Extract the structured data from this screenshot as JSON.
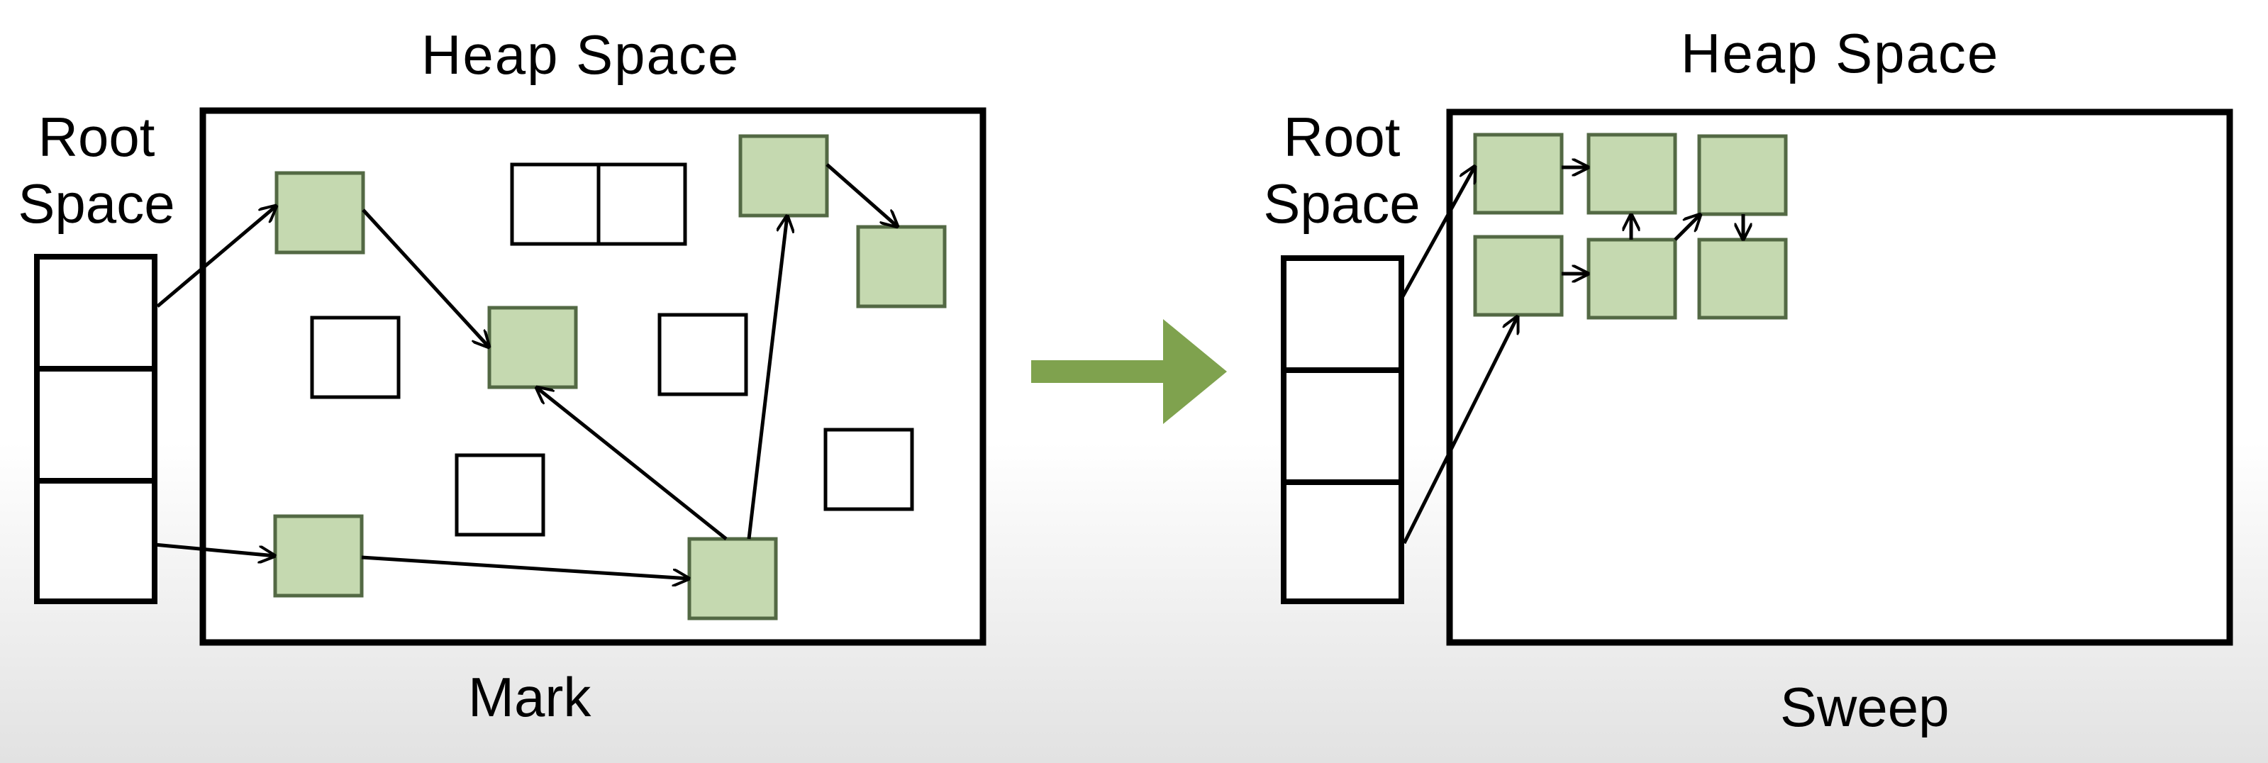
{
  "left_panel": {
    "heap_title": "Heap Space",
    "root_title_line1": "Root",
    "root_title_line2": "Space",
    "caption": "Mark"
  },
  "right_panel": {
    "heap_title": "Heap Space",
    "root_title_line1": "Root",
    "root_title_line2": "Space",
    "caption": "Sweep"
  },
  "colors": {
    "live_object_fill": "#c5d9b0",
    "live_object_stroke": "#536944",
    "dead_object_fill": "#ffffff",
    "outline": "#000000",
    "transition_arrow": "#7fa24e"
  }
}
